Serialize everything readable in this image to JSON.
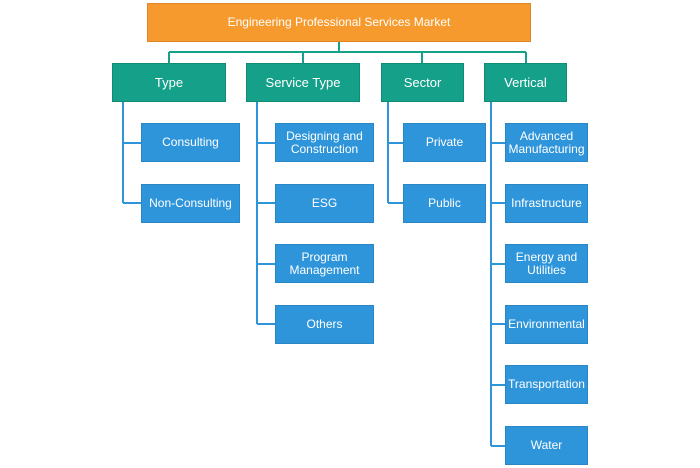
{
  "root": {
    "label": "Engineering Professional Services Market"
  },
  "categories": [
    {
      "label": "Type",
      "items": [
        "Consulting",
        "Non-Consulting"
      ]
    },
    {
      "label": "Service Type",
      "items": [
        "Designing and Construction",
        "ESG",
        "Program Management",
        "Others"
      ]
    },
    {
      "label": "Sector",
      "items": [
        "Private",
        "Public"
      ]
    },
    {
      "label": "Vertical",
      "items": [
        "Advanced Manufacturing",
        "Infrastructure",
        "Energy and Utilities",
        "Environmental",
        "Transportation",
        "Water"
      ]
    }
  ],
  "colors": {
    "root": "#F79A2E",
    "category": "#15A08A",
    "leaf": "#2F95DA"
  }
}
